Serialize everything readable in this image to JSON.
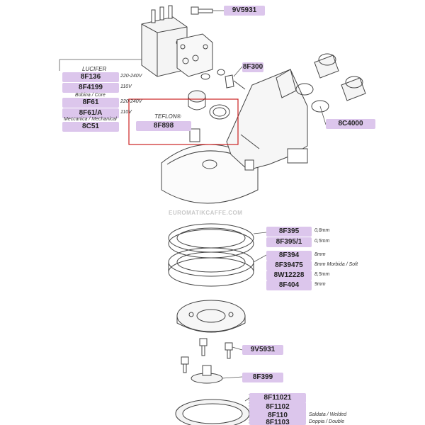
{
  "colors": {
    "label_bg": "#dcc6ec",
    "line": "#444444",
    "highlight": "#cc2222"
  },
  "watermark": "EUROMATIKCAFFE.COM",
  "labels": {
    "p9v5931_top": "9V5931",
    "p8f300": "8F300",
    "p8c4000": "8C4000",
    "lucifer_header": "LUCIFER",
    "p8f136": "8F136",
    "p8f136_desc": "220-240V",
    "p8f4199": "8F4199",
    "p8f4199_desc": "110V",
    "bobina_core": "Bobina / Core",
    "p8f61": "8F61",
    "p8f61_desc": "220-240V",
    "p8f61a": "8F61/A",
    "p8f61a_desc": "110V",
    "meccanica": "Meccanica / Mechanical",
    "p8c51": "8C51",
    "teflon": "TEFLON®",
    "p8f898": "8F898",
    "p8f395": "8F395",
    "p8f395_desc": "0,8mm",
    "p8f395_1": "8F395/1",
    "p8f395_1_desc": "0,5mm",
    "p8f394": "8F394",
    "p8f394_desc": "8mm",
    "p8f39475": "8F39475",
    "p8f39475_desc": "8mm Morbida / Soft",
    "p8w12228": "8W12228",
    "p8w12228_desc": "8,5mm",
    "p8f404": "8F404",
    "p8f404_desc": "9mm",
    "p9v5931_bottom": "9V5931",
    "p8f399": "8F399",
    "p8f11021": "8F11021",
    "p8f1102": "8F1102",
    "p8f110": "8F110",
    "p8f110_desc": "Saldata / Welded",
    "p8f1103": "8F1103",
    "p8f1103_desc": "Doppia / Double"
  }
}
